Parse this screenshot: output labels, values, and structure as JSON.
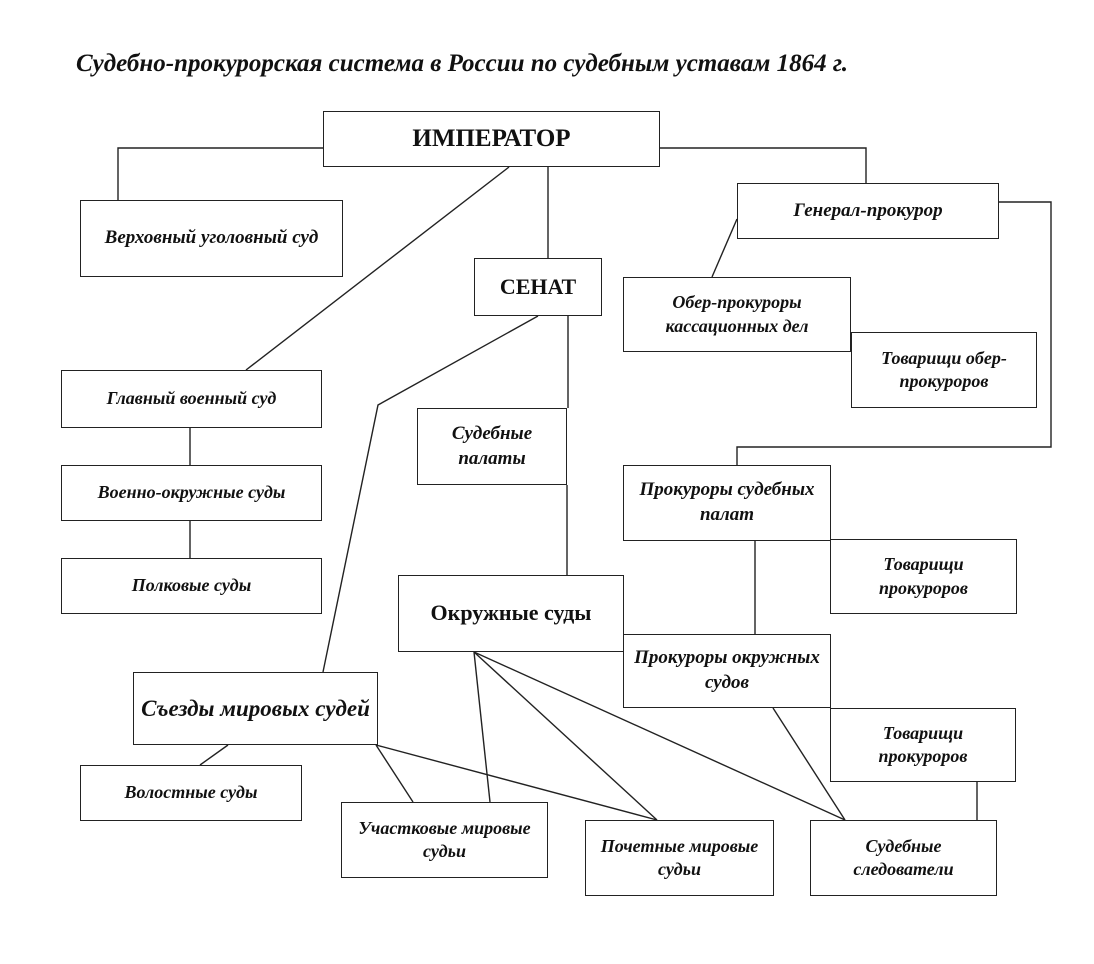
{
  "title": "Судебно-прокурорская система в России по судебным уставам 1864 г.",
  "nodes": {
    "emperor": "ИМПЕРАТОР",
    "supreme_criminal_court": "Верховный уголовный суд",
    "senate": "СЕНАТ",
    "prosecutor_general": "Генерал-прокурор",
    "chief_prosecutors": "Обер-прокуроры кассационных дел",
    "chief_prosecutor_deputies": "Товарищи обер-прокуроров",
    "main_military_court": "Главный военный суд",
    "military_district_courts": "Военно-окружные суды",
    "regimental_courts": "Полковые суды",
    "judicial_chambers": "Судебные палаты",
    "chamber_prosecutors": "Прокуроры судебных палат",
    "chamber_prosecutor_deputies": "Товарищи прокуроров",
    "district_courts": "Окружные суды",
    "district_prosecutors": "Прокуроры окружных судов",
    "district_prosecutor_deputies": "Товарищи прокуроров",
    "justice_congresses": "Съезды мировых судей",
    "volost_courts": "Волостные суды",
    "local_justices": "Участковые мировые судьи",
    "honorary_justices": "Почетные мировые судьи",
    "investigators": "Судебные следователи"
  }
}
